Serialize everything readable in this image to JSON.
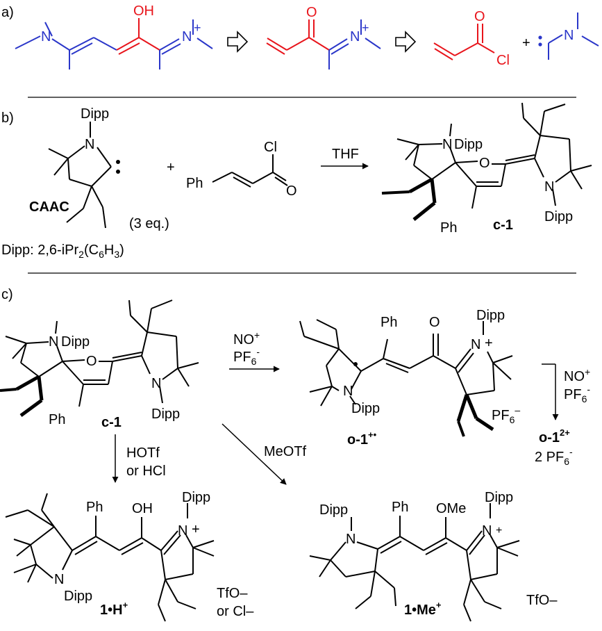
{
  "panels": {
    "a": {
      "label": "a)",
      "atoms": {
        "oh": "OH",
        "n_plus_1": "N",
        "plus_1": "+",
        "o": "O",
        "n_plus_2": "N",
        "plus_2": "+",
        "o_2": "O",
        "cl": "Cl",
        "plus_sign": "+"
      }
    },
    "b": {
      "label": "b)",
      "caac_name": "CAAC",
      "dipp_top": "Dipp",
      "n": "N",
      "plus_sign": "+",
      "equiv": "(3 eq.)",
      "ph": "Ph",
      "cl": "Cl",
      "o": "O",
      "solvent": "THF",
      "dipp_def_prefix": "Dipp: 2,6-iPr",
      "dipp_def_sub1": "2",
      "dipp_def_mid": "(C",
      "dipp_def_sub2": "6",
      "dipp_def_h": "H",
      "dipp_def_sub3": "3",
      "dipp_def_close": ")",
      "product": {
        "n1": "N",
        "dipp1": "Dipp",
        "o": "O",
        "n2": "N",
        "dipp2": "Dipp",
        "ph": "Ph",
        "label": "c-1"
      }
    },
    "c": {
      "label": "c)",
      "reagent_no_main": "NO",
      "reagent_no_sup": "+",
      "reagent_pf_main": "PF",
      "reagent_pf_sub": "6",
      "reagent_pf_sup": "-",
      "reagent_acid_1": "HOTf",
      "reagent_acid_2": "or HCl",
      "reagent_meotf": "MeOTf",
      "c1": {
        "n1": "N",
        "dipp1": "Dipp",
        "o": "O",
        "n2": "N",
        "dipp2": "Dipp",
        "ph": "Ph",
        "label": "c-1"
      },
      "o1_radical": {
        "ph": "Ph",
        "o": "O",
        "n_left": "N",
        "dipp_left": "Dipp",
        "n_right": "N",
        "plus": "+",
        "dipp_right": "Dipp",
        "label_main": "o-1",
        "label_sup": "+•",
        "counterion_main": "PF",
        "counterion_sub": "6",
        "counterion_sup": "–"
      },
      "o1_dication": {
        "label_main": "o-1",
        "label_sup": "2+",
        "counterion_prefix": "2 PF",
        "counterion_sub": "6",
        "counterion_sup": "-"
      },
      "h_product": {
        "ph": "Ph",
        "oh": "OH",
        "n_left": "N",
        "dipp_left": "Dipp",
        "n_right": "N",
        "plus": "+",
        "dipp_right": "Dipp",
        "label_main": "1•H",
        "label_sup": "+",
        "anion_1": "TfO–",
        "anion_2": "or Cl–"
      },
      "me_product": {
        "ph": "Ph",
        "ome": "OMe",
        "n_left": "N",
        "dipp_left": "Dipp",
        "n_right": "N",
        "plus": "+",
        "dipp_right": "Dipp",
        "label_main": "1•Me",
        "label_sup": "+",
        "anion": "TfO–"
      }
    }
  },
  "colors": {
    "blue": "#2a36c9",
    "red": "#e8141b",
    "black": "#000000"
  }
}
